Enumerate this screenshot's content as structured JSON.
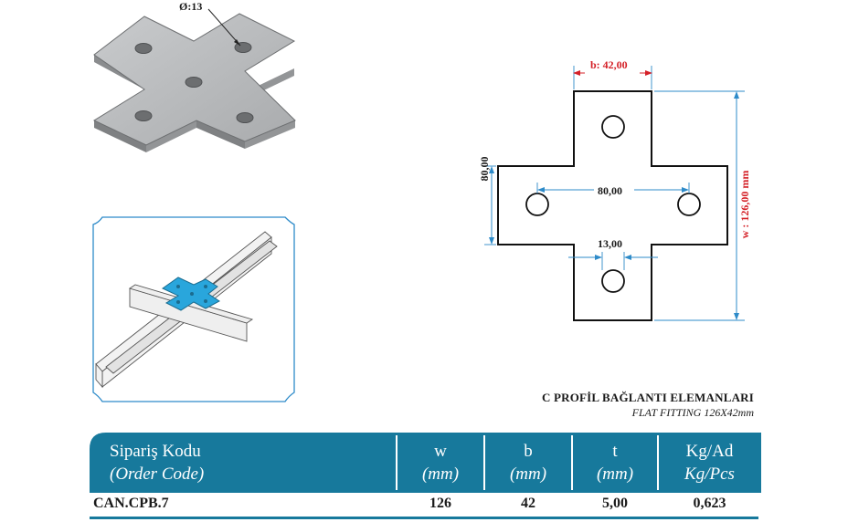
{
  "drawing": {
    "hole_callout": "Ø:13",
    "dim_b": "b: 42,00",
    "dim_left": "80,00",
    "dim_center": "80,00",
    "dim_hole": "13,00",
    "dim_w": "w : 126,00 mm"
  },
  "product": {
    "title": "C PROFİL BAĞLANTI ELEMANLARI",
    "subtitle": "FLAT FITTING  126X42mm"
  },
  "table": {
    "headers": [
      {
        "line1": "Sipariş Kodu",
        "line2": "(Order Code)"
      },
      {
        "line1": "w",
        "line2": "(mm)"
      },
      {
        "line1": "b",
        "line2": "(mm)"
      },
      {
        "line1": "t",
        "line2": "(mm)"
      },
      {
        "line1": "Kg/Ad",
        "line2": "Kg/Pcs"
      }
    ],
    "row": [
      "CAN.CPB.7",
      "126",
      "42",
      "5,00",
      "0,623"
    ]
  },
  "colors": {
    "header_blue": "#17799c",
    "plate_grey": "#b7b9bb",
    "fitting_blue": "#29a6dc",
    "dim_blue": "#2e8bc9",
    "dim_red": "#d42027"
  }
}
